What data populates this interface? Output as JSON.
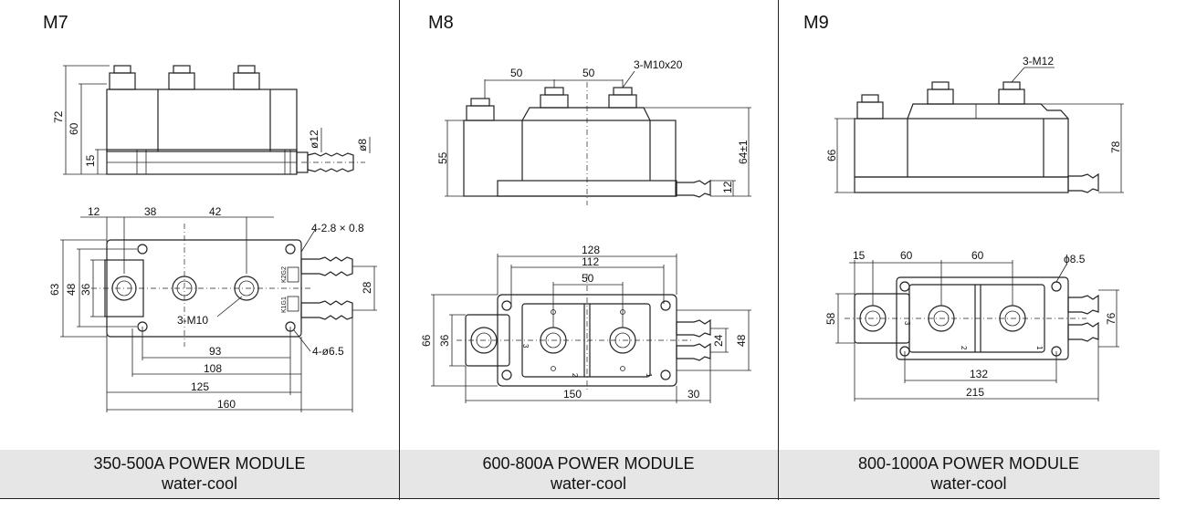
{
  "panels": [
    {
      "model": "M7",
      "caption_line1": "350-500A POWER MODULE",
      "caption_line2": "water-cool",
      "dimensions": {
        "d72": "72",
        "d60": "60",
        "d15": "15",
        "d12dia": "ø12",
        "d8dia": "ø8",
        "d12": "12",
        "d38": "38",
        "d42": "42",
        "holes_top": "4-2.8 × 0.8",
        "d63": "63",
        "d48": "48",
        "d36": "36",
        "d28": "28",
        "thread": "3-M10",
        "holes_bottom": "4-ø6.5",
        "d93": "93",
        "d108": "108",
        "d125": "125",
        "d160": "160",
        "lbl_k2g2": "K2G2",
        "lbl_k1g1": "K1G1"
      }
    },
    {
      "model": "M8",
      "caption_line1": "600-800A POWER MODULE",
      "caption_line2": "water-cool",
      "dimensions": {
        "d50a": "50",
        "d50b": "50",
        "thread": "3-M10x20",
        "d55": "55",
        "d64": "64±1",
        "d12": "12",
        "d128": "128",
        "d112": "112",
        "d50c": "50",
        "d66": "66",
        "d36": "36",
        "d24": "24",
        "d48": "48",
        "d150": "150",
        "d30": "30",
        "t3": "3",
        "t2": "2",
        "t1": "1"
      }
    },
    {
      "model": "M9",
      "caption_line1": "800-1000A POWER MODULE",
      "caption_line2": "water-cool",
      "dimensions": {
        "thread": "3-M12",
        "d66": "66",
        "d78": "78",
        "d15": "15",
        "d60a": "60",
        "d60b": "60",
        "d85dia": "ϕ8.5",
        "d58": "58",
        "d76": "76",
        "d132": "132",
        "d215": "215",
        "t3": "3",
        "t2": "2",
        "t1": "1"
      }
    }
  ]
}
